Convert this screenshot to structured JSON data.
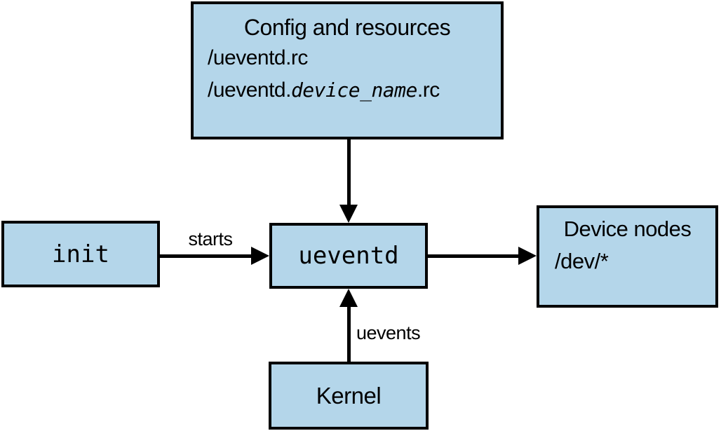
{
  "colors": {
    "canvas_bg": "#ffffff",
    "box_fill": "#b4d6ea",
    "box_border": "#000000",
    "arrow_color": "#000000",
    "text_color": "#000000"
  },
  "nodes": {
    "config": {
      "title": "Config and resources",
      "line1": "/ueventd.rc",
      "line2_pre": "/ueventd.",
      "line2_var": "device_name",
      "line2_post": ".rc"
    },
    "init": {
      "label": "init"
    },
    "ueventd": {
      "label": "ueventd"
    },
    "device_nodes": {
      "title": "Device nodes",
      "line1": "/dev/*"
    },
    "kernel": {
      "label": "Kernel"
    }
  },
  "edges": {
    "init_to_ueventd": {
      "label": "starts"
    },
    "kernel_to_ueventd": {
      "label": "uevents"
    },
    "config_to_ueventd": {
      "label": ""
    },
    "ueventd_to_device_nodes": {
      "label": ""
    }
  }
}
